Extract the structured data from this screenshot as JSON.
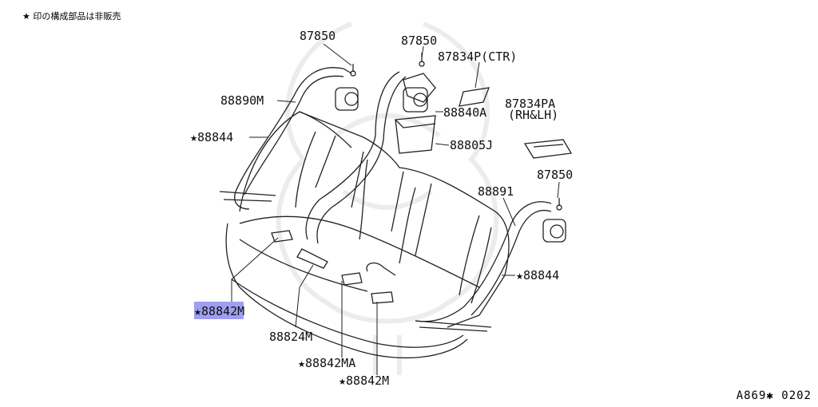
{
  "note": "★ 印の構成部品は非販売",
  "diagram_code": "A869✱ 0202",
  "parts": [
    {
      "id": "p1",
      "text": "87850"
    },
    {
      "id": "p2",
      "text": "87850"
    },
    {
      "id": "p3",
      "text": "87834P(CTR)"
    },
    {
      "id": "p4",
      "text": "88890M"
    },
    {
      "id": "p5",
      "text": "88840A"
    },
    {
      "id": "p6",
      "text": "87834PA"
    },
    {
      "id": "p7",
      "text": "(RH&LH)"
    },
    {
      "id": "p8",
      "text": "★88844"
    },
    {
      "id": "p9",
      "text": "88805J"
    },
    {
      "id": "p10",
      "text": "88891"
    },
    {
      "id": "p11",
      "text": "87850"
    },
    {
      "id": "p12",
      "text": "★88844"
    },
    {
      "id": "p13",
      "text": "★88842M"
    },
    {
      "id": "p14",
      "text": "88824M"
    },
    {
      "id": "p15",
      "text": "★88842MA"
    },
    {
      "id": "p16",
      "text": "★88842M"
    }
  ],
  "highlight_part": "★88842M"
}
